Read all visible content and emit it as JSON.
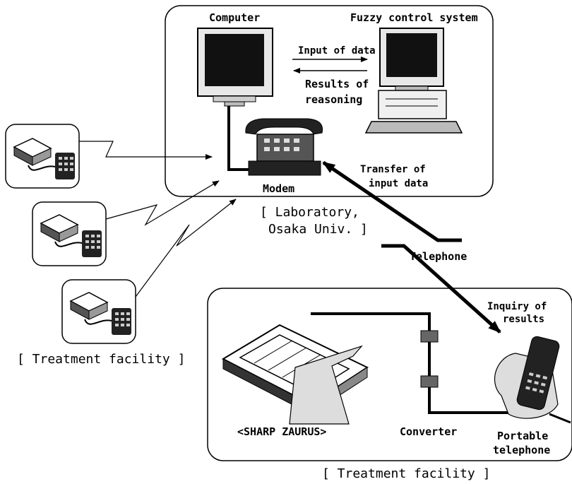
{
  "labels": {
    "computer": "Computer",
    "fuzzy_system": "Fuzzy control system",
    "input_of_data": "Input of data",
    "results_of_reasoning_1": "Results of",
    "results_of_reasoning_2": "reasoning",
    "modem": "Modem",
    "transfer_1": "Transfer of",
    "transfer_2": "input data",
    "laboratory_1": "[ Laboratory,",
    "laboratory_2": "Osaka Univ. ]",
    "telephone": "Telephone",
    "inquiry_1": "Inquiry of",
    "inquiry_2": "results",
    "treatment_left": "[ Treatment facility ]",
    "zaurus": "<SHARP ZAURUS>",
    "converter": "Converter",
    "portable_1": "Portable",
    "portable_2": "telephone",
    "treatment_bottom": "[ Treatment facility ]"
  },
  "icons": [
    "computer-monitor-icon",
    "desktop-computer-icon",
    "modem-telephone-icon",
    "pda-terminal-icon",
    "converter-icon",
    "portable-telephone-icon",
    "terminal-with-keypad-icon"
  ]
}
